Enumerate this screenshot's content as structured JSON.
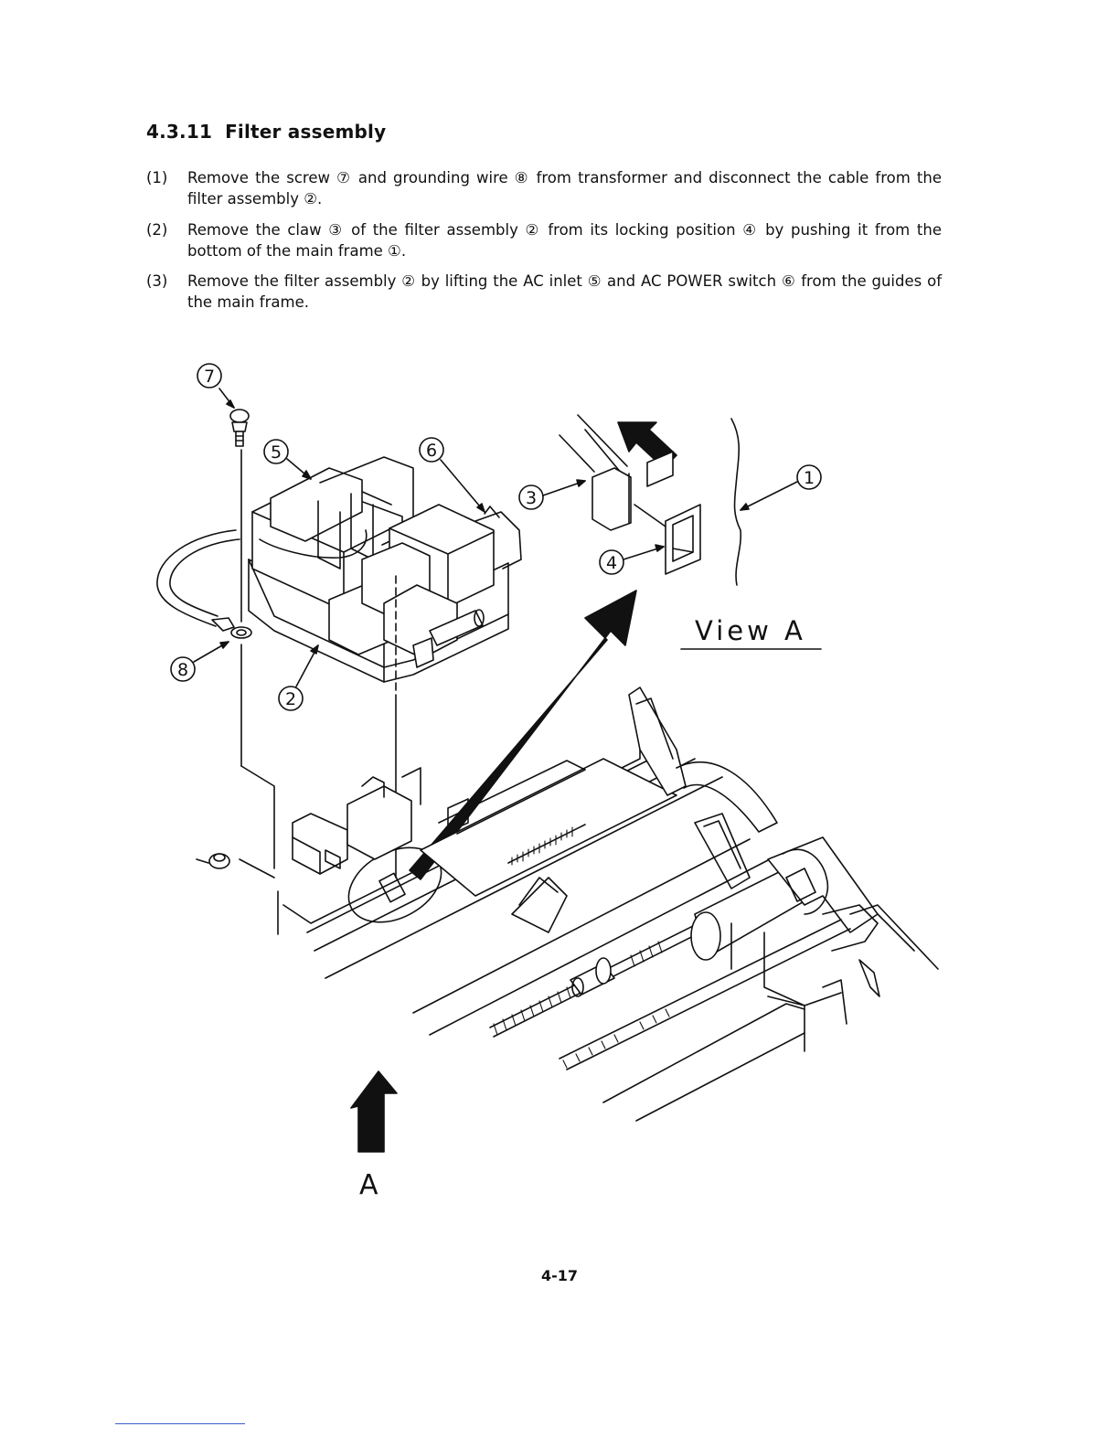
{
  "section": {
    "number": "4.3.11",
    "title": "Filter assembly"
  },
  "steps": [
    {
      "num": "(1)",
      "text": "Remove the screw ⑦ and grounding wire ⑧ from transformer and disconnect the cable from the filter assembly ②."
    },
    {
      "num": "(2)",
      "text": "Remove the claw ③ of the filter assembly ② from its locking position ④ by pushing it from the bottom of the main frame ①."
    },
    {
      "num": "(3)",
      "text": "Remove the filter assembly ② by lifting the AC inlet ⑤ and AC POWER switch ⑥ from the guides of the main frame."
    }
  ],
  "figure": {
    "callouts": [
      "1",
      "2",
      "3",
      "4",
      "5",
      "6",
      "7",
      "8"
    ],
    "view_label": "View A",
    "arrow_label": "A"
  },
  "page_number": "4-17"
}
